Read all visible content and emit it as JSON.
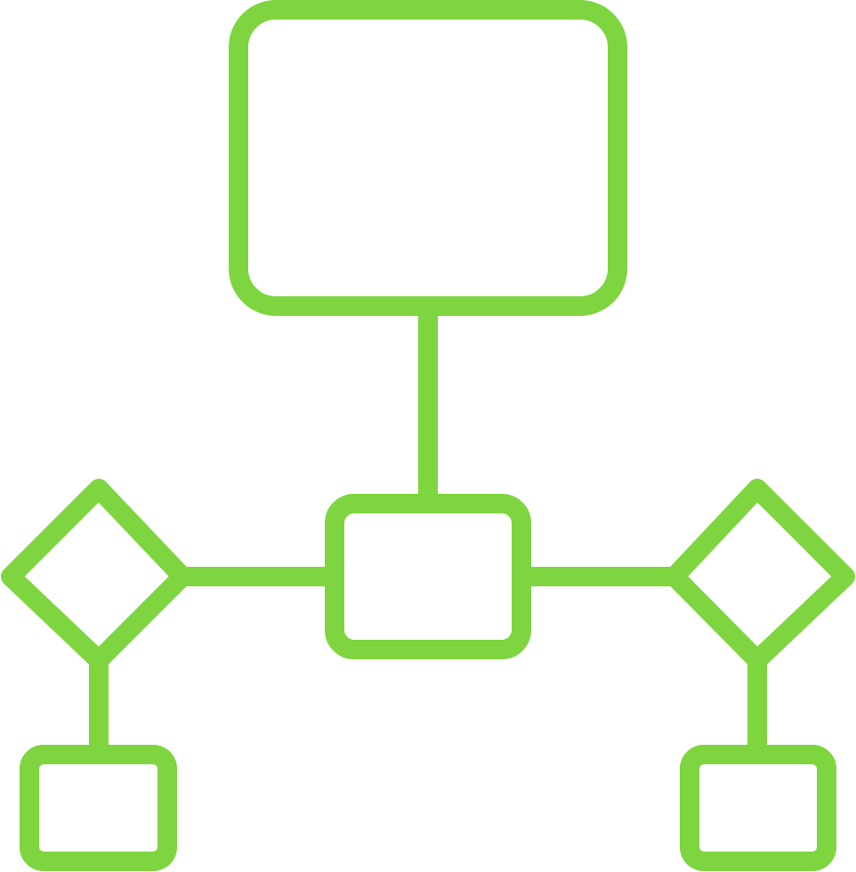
{
  "icon": {
    "name": "flowchart-hierarchy-icon",
    "stroke_color": "#7ed540",
    "background_color": "#ffffff"
  },
  "nodes": [
    {
      "id": "top-box",
      "shape": "rounded-rectangle"
    },
    {
      "id": "center-box",
      "shape": "rounded-rectangle"
    },
    {
      "id": "left-diamond",
      "shape": "diamond"
    },
    {
      "id": "right-diamond",
      "shape": "diamond"
    },
    {
      "id": "bottom-left-box",
      "shape": "rounded-rectangle"
    },
    {
      "id": "bottom-right-box",
      "shape": "rounded-rectangle"
    }
  ],
  "edges": [
    {
      "from": "top-box",
      "to": "center-box"
    },
    {
      "from": "left-diamond",
      "to": "center-box"
    },
    {
      "from": "center-box",
      "to": "right-diamond"
    },
    {
      "from": "left-diamond",
      "to": "bottom-left-box"
    },
    {
      "from": "right-diamond",
      "to": "bottom-right-box"
    }
  ]
}
